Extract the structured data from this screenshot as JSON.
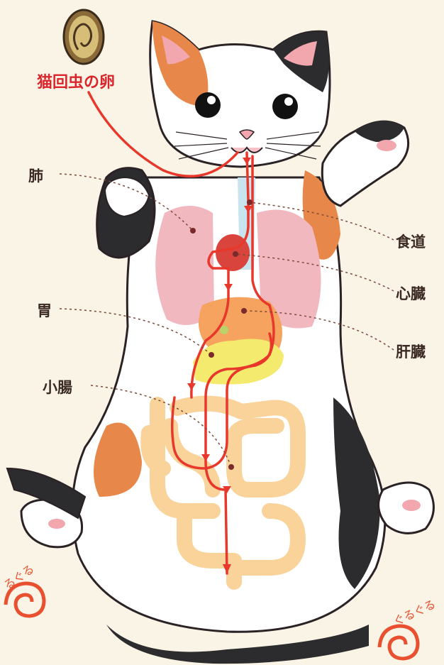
{
  "labels": {
    "egg": "猫回虫の卵",
    "lung": "肺",
    "esophagus": "食道",
    "heart": "心臓",
    "stomach": "胃",
    "liver": "肝臓",
    "small_intestine": "小腸"
  },
  "decor": {
    "spiral_left": "るぐる",
    "spiral_right": "ぐるぐる"
  },
  "colors": {
    "background": "#faf4e6",
    "route": "#e8372b",
    "title": "#d9262c",
    "lung": "#f2b8c0",
    "liver": "#f5a35e",
    "stomach": "#f4ea6e",
    "intestine": "#f9d39a",
    "orange_patch": "#e8874a",
    "black_patch": "#2c2b2d"
  }
}
